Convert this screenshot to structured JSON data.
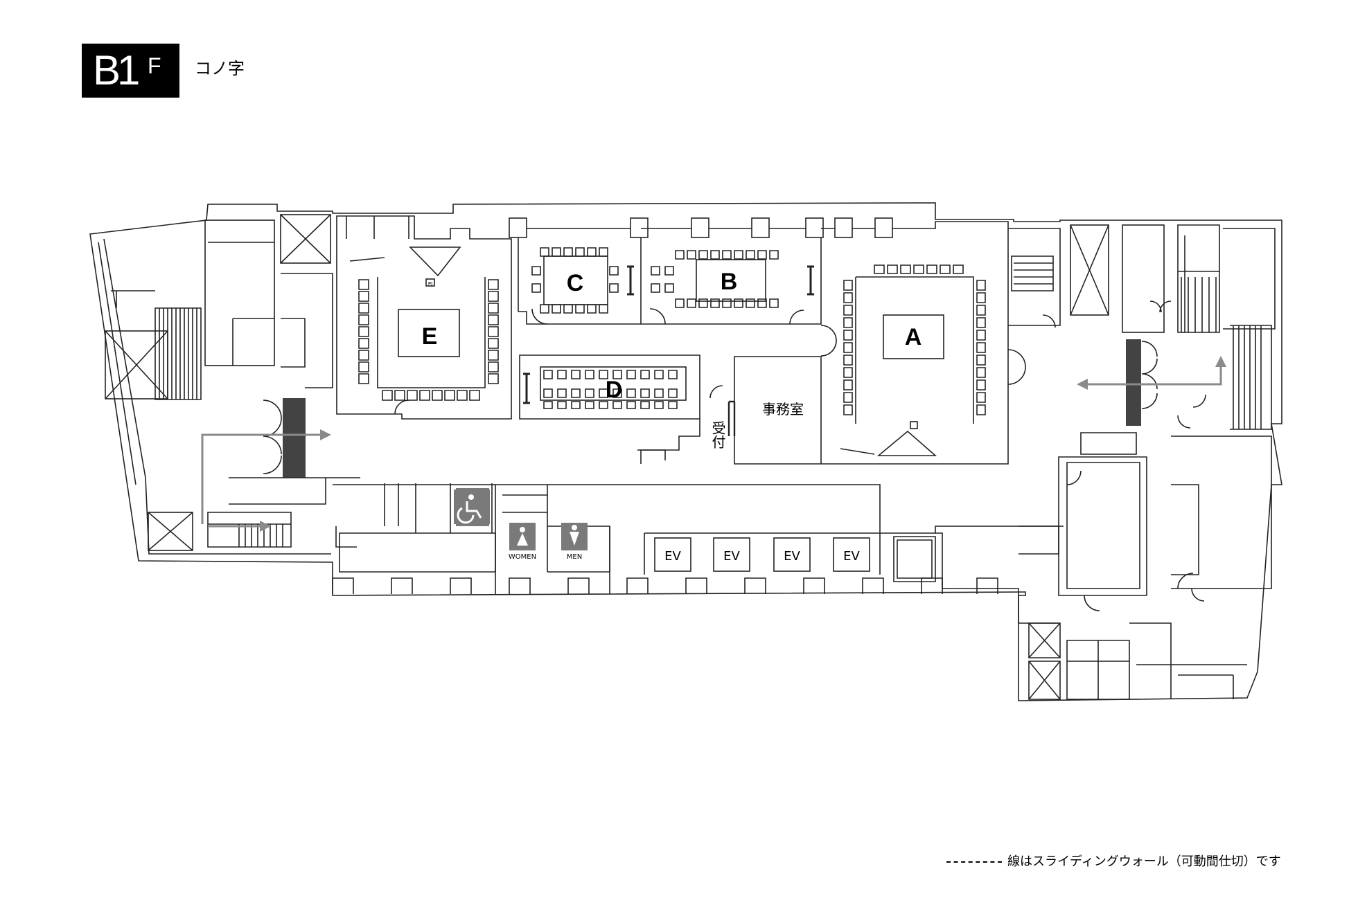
{
  "header": {
    "floor_main": "B1",
    "floor_suffix": "F",
    "layout_name": "コノ字"
  },
  "rooms": {
    "a": "A",
    "b": "B",
    "c": "C",
    "d": "D",
    "e": "E",
    "office": "事務室",
    "reception": "受付"
  },
  "elevators": [
    "EV",
    "EV",
    "EV",
    "EV"
  ],
  "restrooms": {
    "women": "WOMEN",
    "men": "MEN"
  },
  "projector_label": "PJ",
  "legend": {
    "text": "線はスライディングウォール（可動間仕切）です"
  },
  "colors": {
    "line": "#222222",
    "arrow": "#8a8a8a",
    "icon_fill": "#7a7a7a",
    "badge": "#000000"
  }
}
